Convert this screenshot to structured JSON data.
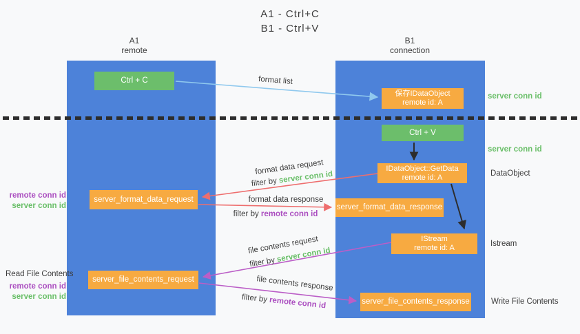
{
  "title": {
    "line1": "A1 - Ctrl+C",
    "line2": "B1 - Ctrl+V"
  },
  "lanes": {
    "a": {
      "title": "A1",
      "subtitle": "remote"
    },
    "b": {
      "title": "B1",
      "subtitle": "connection"
    }
  },
  "nodes": {
    "ctrl_c": "Ctrl + C",
    "ctrl_v": "Ctrl + V",
    "save_idataobject": {
      "line1": "保存IDataObject",
      "line2": "remote id: A"
    },
    "getdata": {
      "line1": "IDataObject::GetData",
      "line2": "remote id: A"
    },
    "istream": {
      "line1": "IStream",
      "line2": "remote id: A"
    },
    "format_request": "server_format_data_request",
    "format_response": "server_format_data_response",
    "file_request": "server_file_contents_request",
    "file_response": "server_file_contents_response"
  },
  "edge_labels": {
    "format_list": "format list",
    "format_data_request": "format data request",
    "format_data_response": "format data response",
    "file_contents_request": "file contents request",
    "file_contents_response": "file contents response",
    "filter_by": "filter by ",
    "server_conn_id": "server conn id",
    "remote_conn_id": "remote conn id"
  },
  "side_labels": {
    "server_conn_id_right_top": "server conn id",
    "server_conn_id_right_mid": "server conn id",
    "dataobject": "DataObject",
    "istream": "Istream",
    "write_file_contents": "Write File Contents",
    "remote_conn_id_left_top": "remote conn id",
    "server_conn_id_left_top": "server conn id",
    "read_file_contents": "Read File Contents",
    "remote_conn_id_left_bottom": "remote conn id",
    "server_conn_id_left_bottom": "server conn id"
  },
  "colors": {
    "lane_blue": "#4d82d9",
    "box_green": "#6cbe6b",
    "box_orange": "#f7aa41",
    "arrow_light_blue": "#90c9ee",
    "arrow_red": "#ee6e6e",
    "arrow_purple": "#bb5ec7",
    "arrow_black": "#2d2d2d",
    "text_green": "#6abf69",
    "text_purple": "#ab4fc0",
    "text_dark": "#3d3d3d"
  }
}
